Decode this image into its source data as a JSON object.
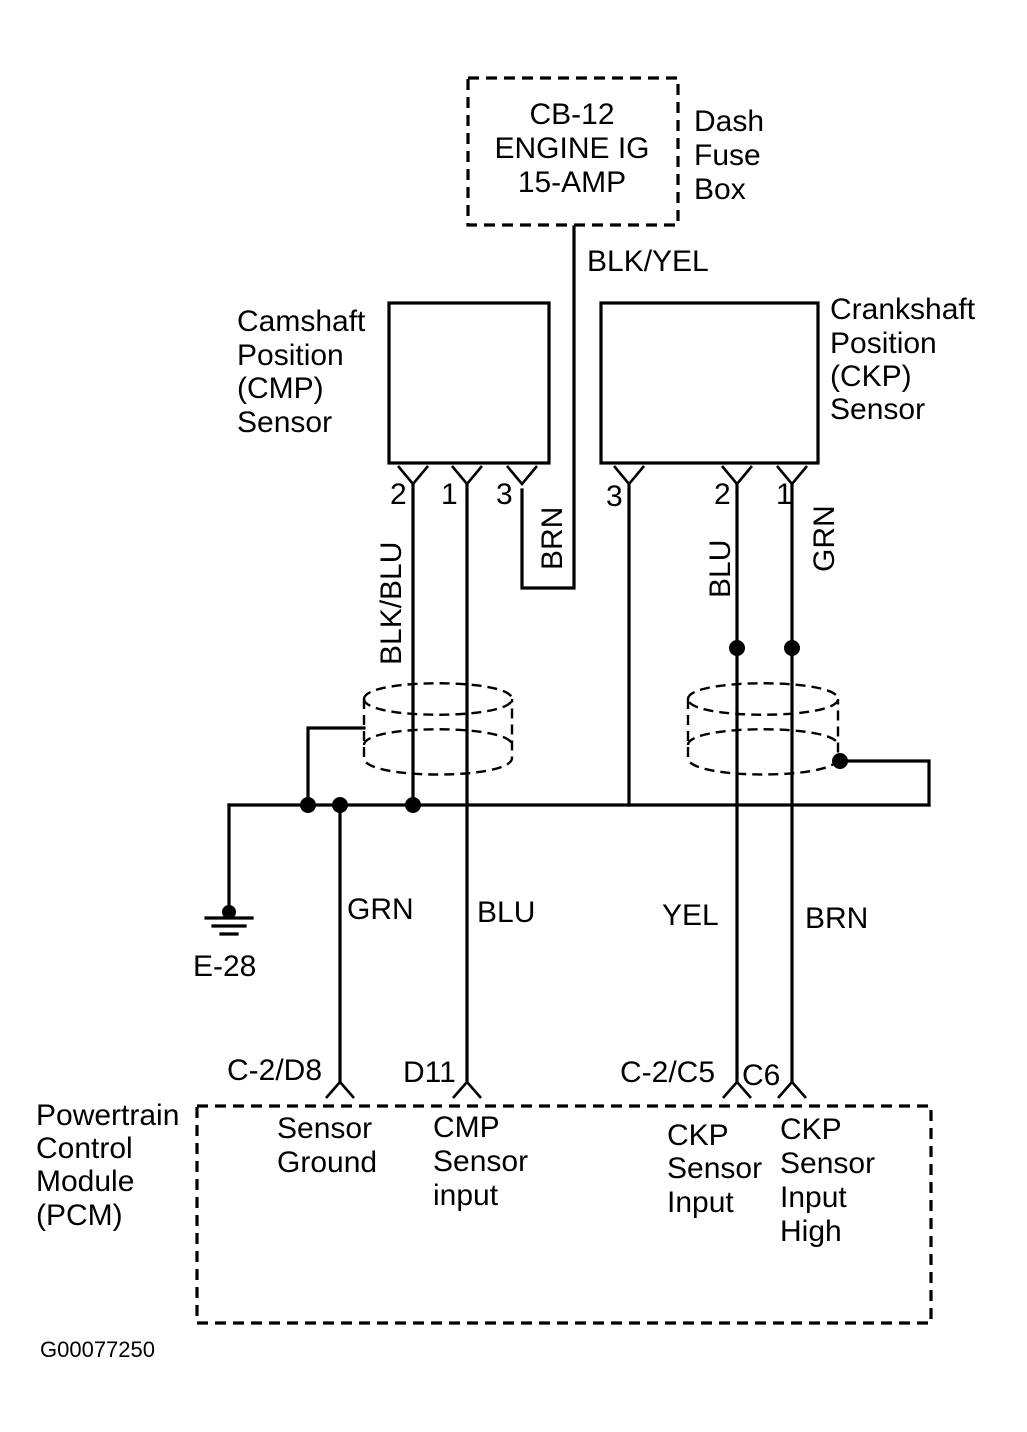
{
  "fuse_box": {
    "fuse_lines": [
      "CB-12",
      "ENGINE IG",
      "15-AMP"
    ],
    "location_lines": [
      "Dash",
      "Fuse",
      "Box"
    ]
  },
  "cmp_sensor": {
    "name_lines": [
      "Camshaft",
      "Position",
      "(CMP)",
      "Sensor"
    ],
    "pin_2": "2",
    "pin_1": "1",
    "pin_3": "3"
  },
  "ckp_sensor": {
    "name_lines": [
      "Crankshaft",
      "Position",
      "(CKP)",
      "Sensor"
    ],
    "pin_3": "3",
    "pin_2": "2",
    "pin_1": "1"
  },
  "wires": {
    "fuse_feed": "BLK/YEL",
    "cmp_pin3": "BRN",
    "cmp_pin2": "BLK/BLU",
    "ckp_pin2": "BLU",
    "ckp_pin1": "GRN",
    "pcm_sensor_ground": "GRN",
    "pcm_cmp_input": "BLU",
    "pcm_ckp_input": "YEL",
    "pcm_ckp_input_high": "BRN"
  },
  "ground": {
    "label": "E-28"
  },
  "pcm": {
    "name_lines": [
      "Powertrain",
      "Control",
      "Module",
      "(PCM)"
    ],
    "terminals": {
      "sensor_ground": "C-2/D8",
      "cmp_input": "D11",
      "ckp_input": "C-2/C5",
      "ckp_input_high": "C6"
    },
    "inputs": {
      "sensor_ground": [
        "Sensor",
        "Ground"
      ],
      "cmp_input": [
        "CMP",
        "Sensor",
        "input"
      ],
      "ckp_input": [
        "CKP",
        "Sensor",
        "Input"
      ],
      "ckp_input_high": [
        "CKP",
        "Sensor",
        "Input",
        "High"
      ]
    }
  },
  "figure_id": "G00077250"
}
